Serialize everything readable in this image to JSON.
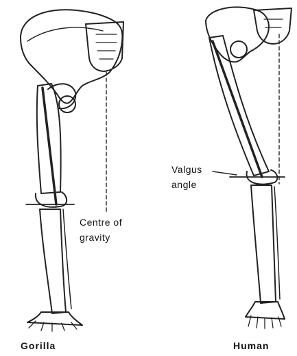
{
  "labels": {
    "centre_line1": "Centre of",
    "centre_line2": "gravity",
    "valgus_line1": "Valgus",
    "valgus_line2": "angle"
  },
  "captions": {
    "left": "Gorilla",
    "right": "Human"
  }
}
